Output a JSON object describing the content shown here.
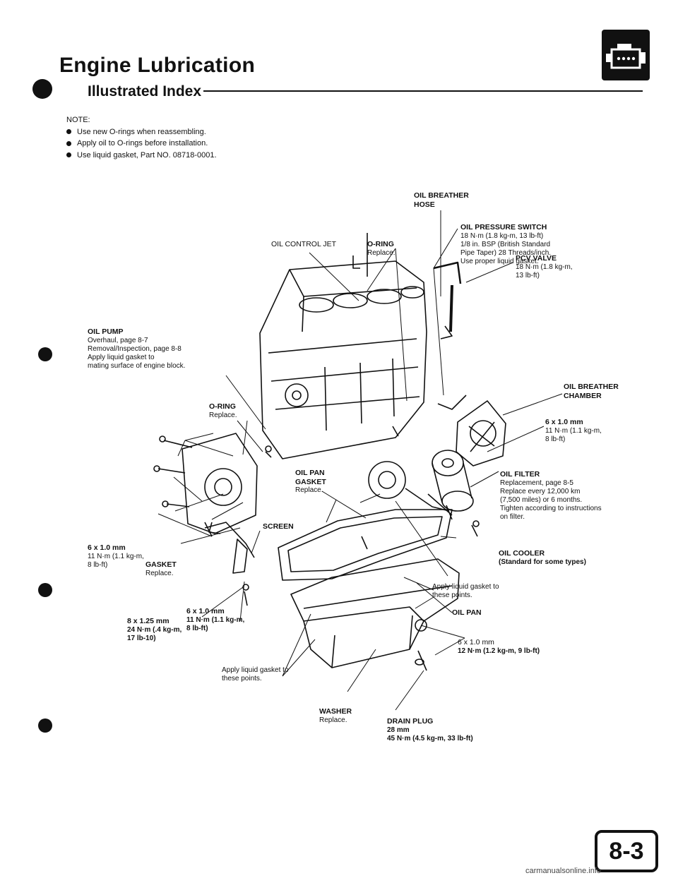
{
  "header": {
    "title": "Engine Lubrication",
    "subtitle": "Illustrated Index"
  },
  "note": {
    "heading": "NOTE:",
    "items": [
      "Use new O-rings when reassembling.",
      "Apply oil to O-rings before installation.",
      "Use liquid gasket, Part NO. 08718-0001."
    ]
  },
  "callouts": {
    "oil_breather_hose": {
      "name": "OIL BREATHER\nHOSE"
    },
    "oil_control_jet": {
      "name": "OIL CONTROL JET"
    },
    "o_ring_top": {
      "name": "O-RING",
      "detail": "Replace."
    },
    "oil_pressure_switch": {
      "name": "OIL PRESSURE SWITCH",
      "detail": "18 N·m (1.8 kg-m, 13 lb-ft)\n1/8 in. BSP (British Standard\nPipe Taper) 28 Threads/inch.\nUse proper liquid gasket."
    },
    "pcv_valve": {
      "name": "PCV VALVE",
      "detail": "18 N·m (1.8 kg-m,\n13 lb-ft)"
    },
    "oil_pump": {
      "name": "OIL PUMP",
      "detail": "Overhaul, page 8-7\nRemoval/Inspection, page 8-8\nApply liquid gasket to\nmating surface of engine block."
    },
    "oil_breather_chamber": {
      "name": "OIL BREATHER\nCHAMBER"
    },
    "o_ring_mid": {
      "name": "O-RING",
      "detail": "Replace."
    },
    "bolt_right_6x1": {
      "name": "6 x 1.0 mm",
      "detail": "11 N·m (1.1 kg-m,\n8 lb-ft)"
    },
    "oil_pan_gasket": {
      "name": "OIL PAN\nGASKET",
      "detail": "Replace."
    },
    "oil_filter": {
      "name": "OIL FILTER",
      "detail": "Replacement, page 8-5\nReplace every 12,000 km\n(7,500 miles) or 6 months.\nTighten according to instructions\non filter."
    },
    "screen": {
      "name": "SCREEN"
    },
    "bolt_left_6x1": {
      "name": "6 x 1.0 mm",
      "detail": "11 N·m (1.1 kg-m,\n8 lb-ft)"
    },
    "gasket": {
      "name": "GASKET",
      "detail": "Replace."
    },
    "oil_cooler": {
      "name": "OIL COOLER",
      "detail": "(Standard for some types)"
    },
    "apply_liquid_right": {
      "name": "Apply liquid gasket to\nthese points."
    },
    "bolt_8x125": {
      "name": "8 x 1.25 mm",
      "detail": "24 N·m (.4 kg-m,\n17 lb-10)"
    },
    "bolt_center_6x1": {
      "name": "6 x 1.0 mm",
      "detail": "11 N·m (1.1 kg-m,\n8 lb-ft)"
    },
    "oil_pan": {
      "name": "OIL PAN"
    },
    "bolt_pan_6x1": {
      "name": "6 x 1.0 mm",
      "detail": "12 N·m (1.2 kg-m, 9 lb-ft)"
    },
    "apply_liquid_bottom": {
      "name": "Apply liquid gasket to\nthese points."
    },
    "washer": {
      "name": "WASHER",
      "detail": "Replace."
    },
    "drain_plug": {
      "name": "DRAIN PLUG",
      "detail": "28 mm\n45 N·m (4.5 kg-m, 33 lb-ft)"
    }
  },
  "footer": {
    "page_number": "8-3",
    "watermark": "carmanualsonline.info"
  }
}
